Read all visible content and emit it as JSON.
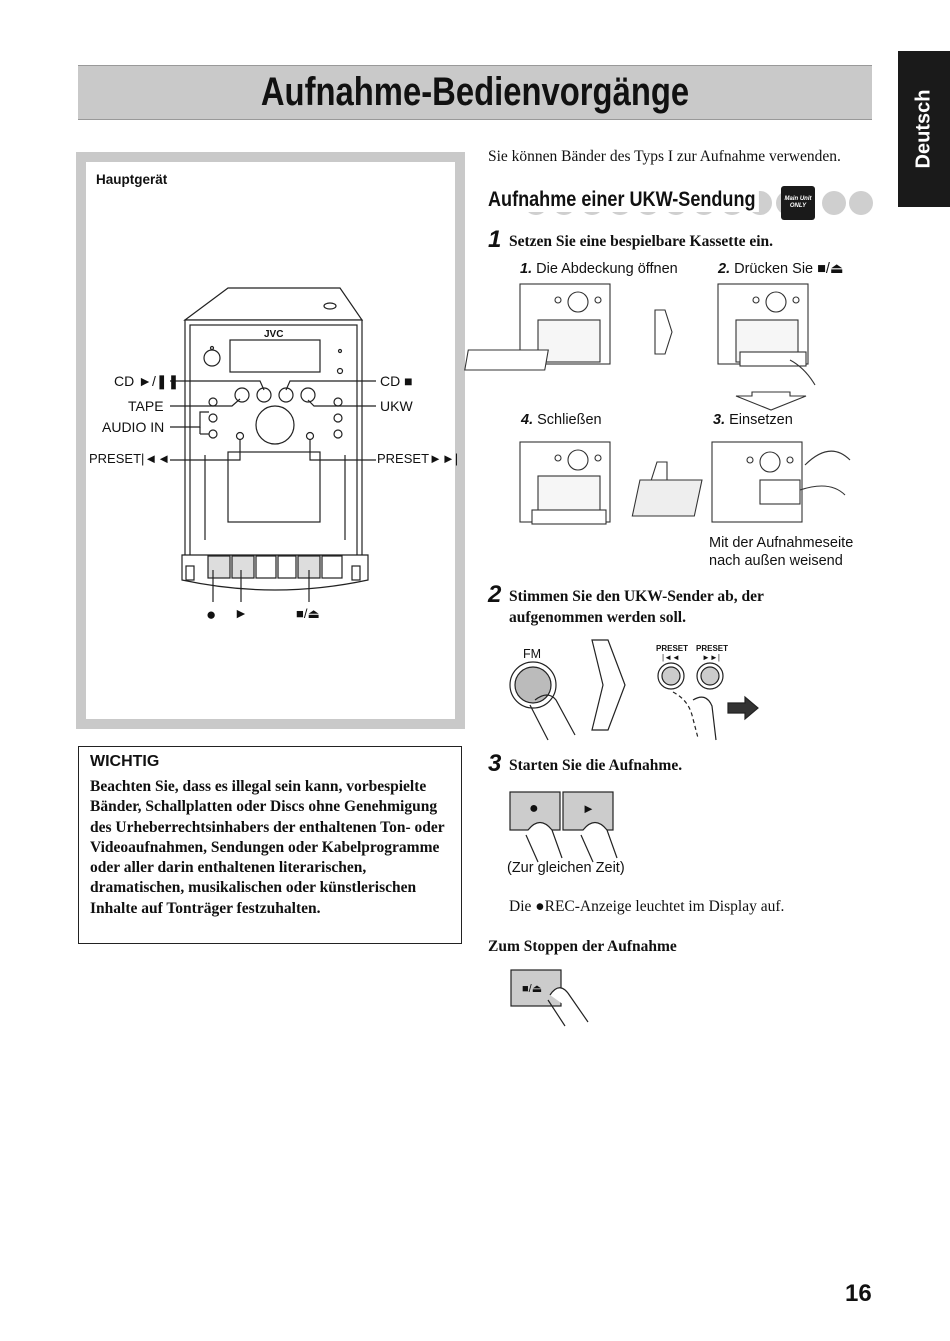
{
  "page": {
    "title": "Aufnahme-Bedienvorgänge",
    "side_tab": "Deutsch",
    "page_number": "16"
  },
  "device_panel": {
    "heading": "Hauptgerät",
    "brand": "JVC",
    "labels": {
      "cd_play": "CD ►/❚❚",
      "tape": "TAPE",
      "audio_in": "AUDIO IN",
      "preset_prev": "PRESET|◄◄",
      "cd_stop": "CD ■",
      "ukw": "UKW",
      "preset_next": "PRESET►►|",
      "rec": "●",
      "play": "►",
      "stop_eject": "■/⏏"
    }
  },
  "warning": {
    "heading": "WICHTIG",
    "text": "Beachten Sie, dass es illegal sein kann, vorbespielte Bänder, Schallplatten oder Discs ohne Genehmigung des Urheberrechtsinhabers der enthaltenen Ton- oder Videoaufnahmen, Sendungen oder Kabelprogramme oder aller darin enthaltenen literarischen, dramatischen, musikalischen oder künstlerischen Inhalte auf Tonträger festzuhalten."
  },
  "intro": "Sie können Bänder des Typs I zur Aufnahme verwenden.",
  "section": {
    "heading": "Aufnahme einer UKW-Sendung",
    "badge": "Main Unit ONLY"
  },
  "steps": [
    {
      "number": "1",
      "text": "Setzen Sie eine bespielbare Kassette ein.",
      "substeps": [
        {
          "num": "1.",
          "label": "Die Abdeckung öffnen"
        },
        {
          "num": "2.",
          "label": "Drücken Sie ■/⏏"
        },
        {
          "num": "4.",
          "label": "Schließen"
        },
        {
          "num": "3.",
          "label": "Einsetzen"
        }
      ],
      "note_line1": "Mit der Aufnahmeseite",
      "note_line2": "nach außen weisend"
    },
    {
      "number": "2",
      "text": "Stimmen Sie den UKW-Sender ab, der aufgenommen werden soll.",
      "fm_label": "FM",
      "preset_label": "PRESET",
      "preset_left_symbol": "|◄◄",
      "preset_right_symbol": "►►|"
    },
    {
      "number": "3",
      "text": "Starten Sie die Aufnahme.",
      "rec_symbol": "●",
      "play_symbol": "►",
      "caption": "(Zur gleichen Zeit)",
      "result": "Die ●REC-Anzeige leuchtet im Display auf."
    }
  ],
  "stop": {
    "heading": "Zum Stoppen der Aufnahme",
    "button": "■/⏏"
  }
}
